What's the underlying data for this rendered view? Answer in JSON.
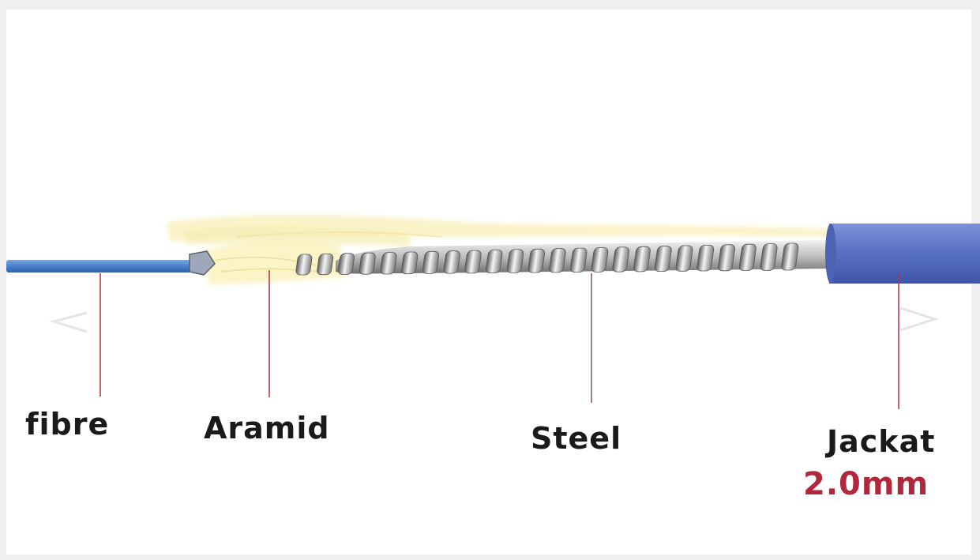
{
  "labels": {
    "fibre": "fibre",
    "aramid": "Aramid",
    "steel": "Steel",
    "jacket": "Jackat",
    "jacket_size": "2.0mm"
  },
  "colors": {
    "fibre": "#4a80cc",
    "aramid": "#f7efb0",
    "steel": "#c8c8c8",
    "jacket": "#5570c0",
    "leader_line": "#b03040",
    "size_text": "#b0283a"
  },
  "icons": {
    "left_nav": "chevron-left-icon",
    "right_nav": "chevron-right-icon"
  }
}
